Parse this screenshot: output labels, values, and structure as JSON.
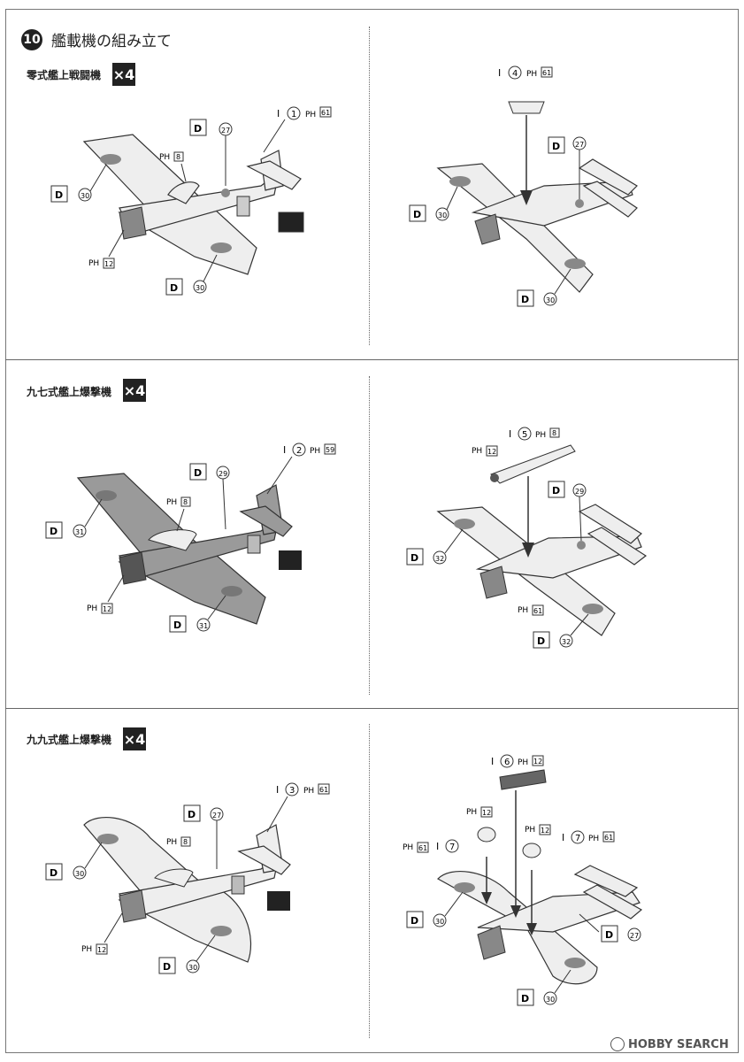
{
  "step": {
    "number": "10",
    "title": "艦載機の組み立て"
  },
  "sections": [
    {
      "title": "零式艦上戦闘機",
      "qty": "×4"
    },
    {
      "title": "九七式艦上爆撃機",
      "qty": "×4"
    },
    {
      "title": "九九式艦上爆撃機",
      "qty": "×4"
    }
  ],
  "labels": {
    "i1": "I",
    "n1": "1",
    "p61": "61",
    "p8": "8",
    "p12": "12",
    "p59": "59",
    "p4": "4",
    "p5": "5",
    "p2": "2",
    "p3": "3",
    "p6": "6",
    "p7": "7",
    "ph": "PH",
    "d27": "27",
    "d29": "29",
    "d30": "30",
    "d31": "31",
    "d32": "32",
    "decal": "D"
  },
  "watermark": "HOBBY SEARCH",
  "colors": {
    "plane_light": "#eeeeee",
    "plane_dark": "#9a9a9a",
    "roundel": "#888888",
    "line": "#333333"
  }
}
